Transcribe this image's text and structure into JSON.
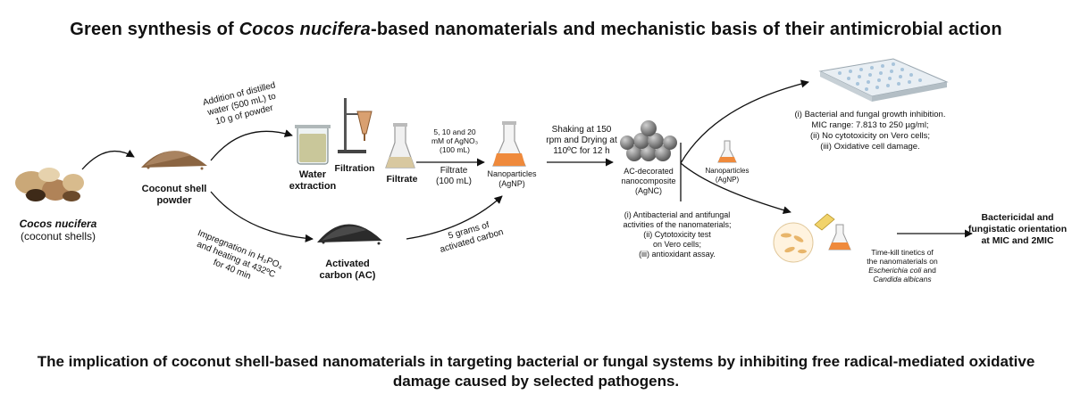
{
  "title": {
    "prefix": "Green synthesis of ",
    "species": "Cocos nucifera",
    "suffix": "-based nanomaterials and mechanistic basis of their antimicrobial action"
  },
  "nodes": {
    "coconut_species": "Cocos nucifera",
    "coconut_sub": "(coconut shells)",
    "shell_powder": "Coconut shell\npowder",
    "water_extraction": "Water\nextraction",
    "filtration": "Filtration",
    "filtrate": "Filtrate",
    "filtrate_volume": "Filtrate\n(100 mL)",
    "nanoparticles": "Nanoparticles\n(AgNP)",
    "ac_nanocomposite": "AC-decorated\nnanocomposite\n(AgNC)",
    "nanoparticles_small": "Nanoparticles\n(AgNP)",
    "activated_carbon": "Activated\ncarbon (AC)"
  },
  "steps": {
    "distilled_water": "Addition of distilled\nwater (500 mL) to\n10 g of powder",
    "agno3": "5, 10 and 20\nmM of AgNO₃\n(100 mL)",
    "shaking": "Shaking at 150\nrpm and Drying at\n110ºC  for 12 h",
    "impregnation": "Impregnation in H₃PO₄\nand heating at 432ºC\nfor 40 min",
    "ac_grams": "5 grams of\nactivated carbon"
  },
  "assays": "(i) Antibacterial and antifungal\nactivities of the nanomaterials;\n(ii) Cytotoxicity test\non Vero cells;\n(iii) antioxidant assay.",
  "results": {
    "top": "(i) Bacterial and fungal growth inhibition.\nMIC range: 7.813 to 250 µg/ml;\n(ii) No cytotoxicity on Vero cells;\n(iii) Oxidative cell damage.",
    "timekill_prefix": "Time-kill tinetics of\nthe nanomaterials  on",
    "timekill_org1": "Escherichia coli",
    "timekill_and": " and",
    "timekill_org2": "Candida albicans",
    "bactericidal": "Bactericidal and\nfungistatic orientation\nat MIC and 2MIC"
  },
  "conclusion": "The implication of coconut shell-based nanomaterials in targeting bacterial or fungal systems by inhibiting free radical-mediated oxidative damage caused by selected pathogens."
}
